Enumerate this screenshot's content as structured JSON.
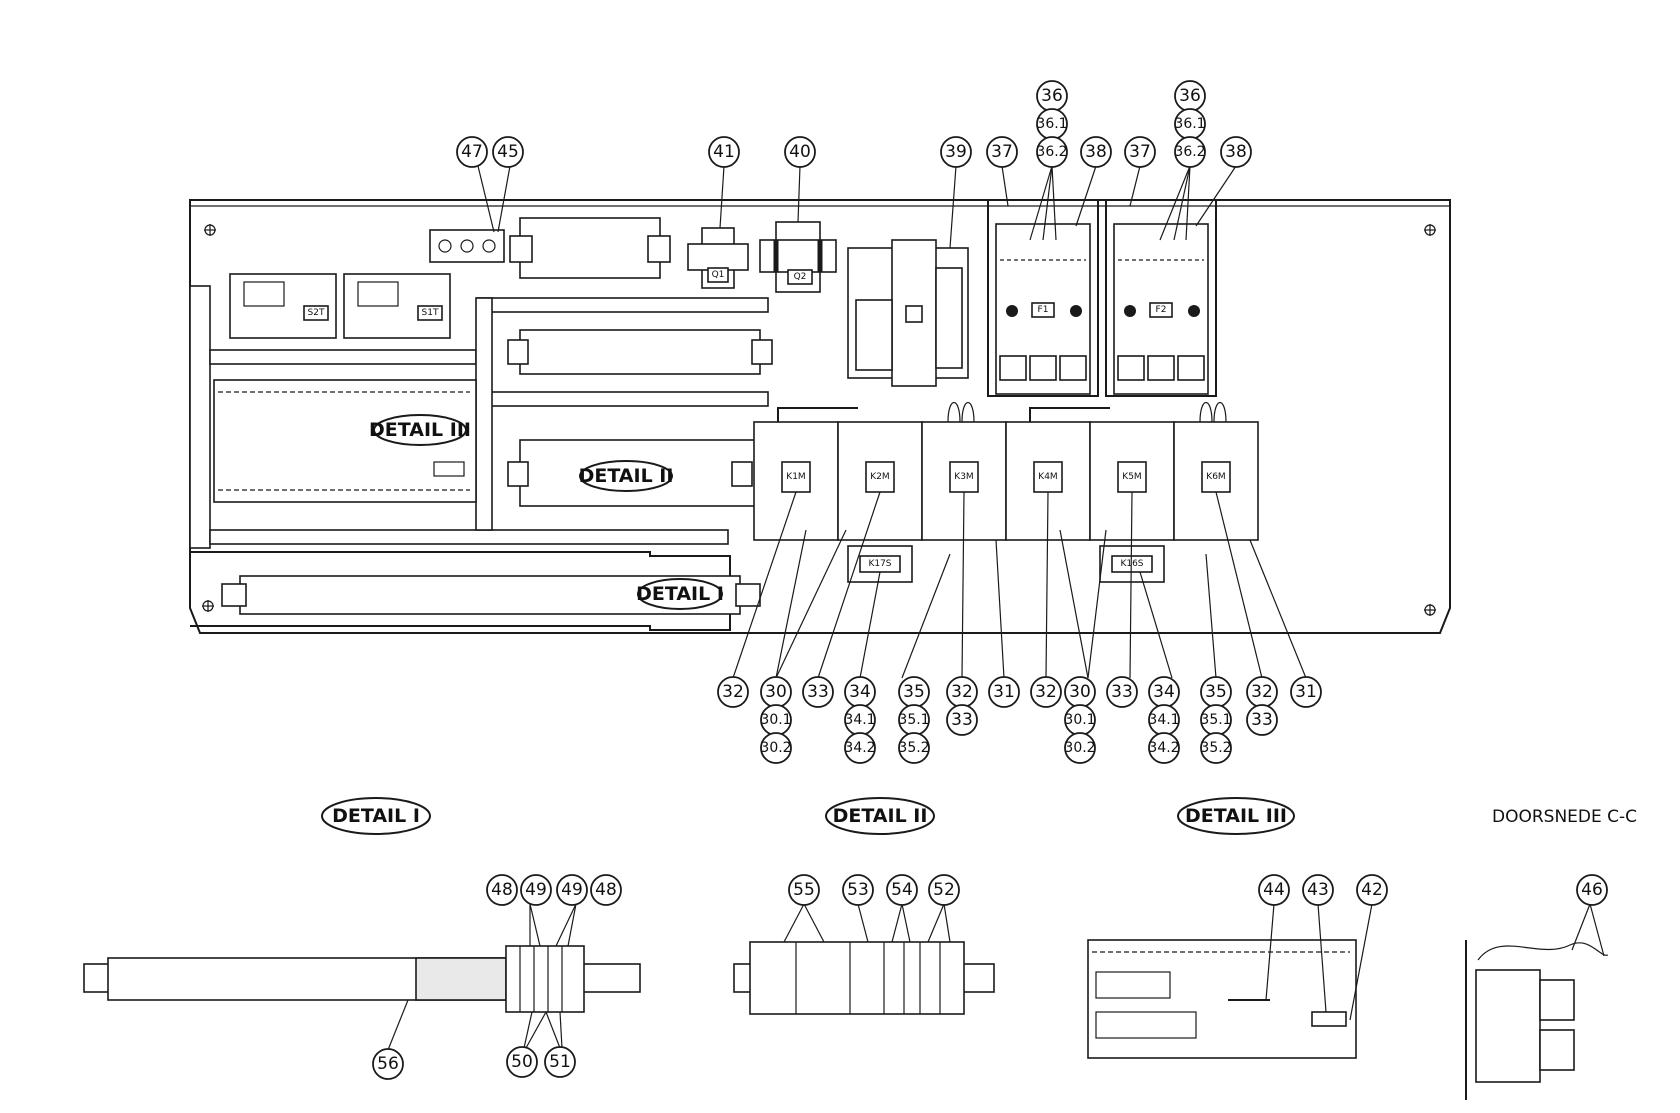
{
  "detail_labels": {
    "main_d1": "DETAIL I",
    "main_d2": "DETAIL II",
    "main_d3": "DETAIL III",
    "title_d1": "DETAIL I",
    "title_d2": "DETAIL II",
    "title_d3": "DETAIL III"
  },
  "section_title": "DOORSNEDE C-C",
  "component_labels": {
    "k1m": "K1M",
    "k2m": "K2M",
    "k3m": "K3M",
    "k4m": "K4M",
    "k5m": "K5M",
    "k6m": "K6M",
    "k17s": "K17S",
    "k16s": "K16S",
    "s2t": "S2T",
    "s1t": "S1T",
    "f1": "F1",
    "f2": "F2",
    "q1": "Q1",
    "q2": "Q2"
  },
  "callouts": {
    "top_47": "47",
    "top_45": "45",
    "top_41": "41",
    "top_40": "40",
    "top_39": "39",
    "top_37a": "37",
    "top_36a": "36",
    "top_361a": "36.1",
    "top_362a": "36.2",
    "top_38a": "38",
    "top_37b": "37",
    "top_36b": "36",
    "top_361b": "36.1",
    "top_362b": "36.2",
    "top_38b": "38",
    "b_32a": "32",
    "b_30a": "30",
    "b_301a": "30.1",
    "b_302a": "30.2",
    "b_33a": "33",
    "b_34a": "34",
    "b_341a": "34.1",
    "b_342a": "34.2",
    "b_35a": "35",
    "b_351a": "35.1",
    "b_352a": "35.2",
    "b_32b": "32",
    "b_33b": "33",
    "b_31a": "31",
    "b_32c": "32",
    "b_30b": "30",
    "b_301b": "30.1",
    "b_302b": "30.2",
    "b_33c": "33",
    "b_34b": "34",
    "b_341b": "34.1",
    "b_342b": "34.2",
    "b_35b": "35",
    "b_351b": "35.1",
    "b_352b": "35.2",
    "b_32d": "32",
    "b_33d": "33",
    "b_31b": "31",
    "d1_48a": "48",
    "d1_49a": "49",
    "d1_49b": "49",
    "d1_48b": "48",
    "d1_56": "56",
    "d1_50": "50",
    "d1_51": "51",
    "d2_55": "55",
    "d2_53": "53",
    "d2_54": "54",
    "d2_52": "52",
    "d3_44": "44",
    "d3_43": "43",
    "d3_42": "42",
    "cc_46": "46"
  }
}
